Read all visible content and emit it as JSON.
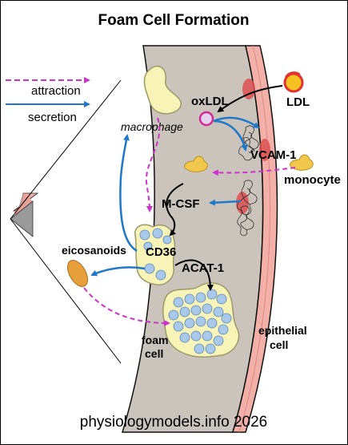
{
  "title": "Foam Cell Formation",
  "legend": {
    "attraction_label": "attraction",
    "secretion_label": "secretion",
    "attraction_color": "#cc33cc",
    "secretion_color": "#1f78c8"
  },
  "labels": {
    "ldl": "LDL",
    "oxldl": "oxLDL",
    "macrophage": "macrophage",
    "vcam1": "VCAM-1",
    "monocyte": "monocyte",
    "mcsf": "M-CSF",
    "cd36": "CD36",
    "eicosanoids": "eicosanoids",
    "acat1": "ACAT-1",
    "foam_cell_line1": "foam",
    "foam_cell_line2": "cell",
    "epithelial_line1": "epithelial",
    "epithelial_line2": "cell"
  },
  "footer": "physiologymodels.info 2026",
  "colors": {
    "tissue": "#cbc4bc",
    "epithelium": "#f2b0a8",
    "cell_yellow": "#f8f4b8",
    "cell_outline": "#9c9a68",
    "vesicle": "#a8c8ec",
    "eicosanoid_fill": "#e8a03c",
    "ldl_fill": "#f6c020",
    "ldl_ring": "#e33030",
    "oxldl_fill": "#e4d2ec",
    "oxldl_ring": "#d22a96",
    "red_patch": "#dd5050"
  }
}
